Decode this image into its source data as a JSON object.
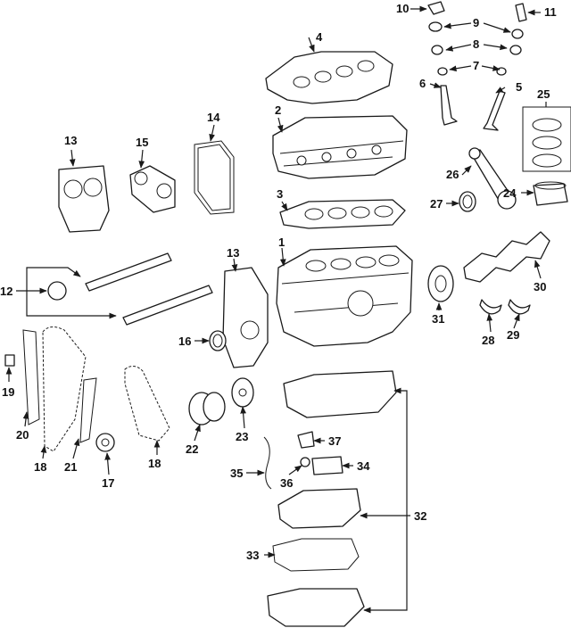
{
  "callouts": [
    "1",
    "2",
    "3",
    "4",
    "5",
    "6",
    "7",
    "8",
    "9",
    "10",
    "11",
    "12",
    "13",
    "13",
    "14",
    "15",
    "16",
    "17",
    "18",
    "18",
    "19",
    "20",
    "21",
    "22",
    "23",
    "24",
    "25",
    "26",
    "27",
    "28",
    "29",
    "30",
    "31",
    "32",
    "33",
    "34",
    "35",
    "36",
    "37"
  ]
}
